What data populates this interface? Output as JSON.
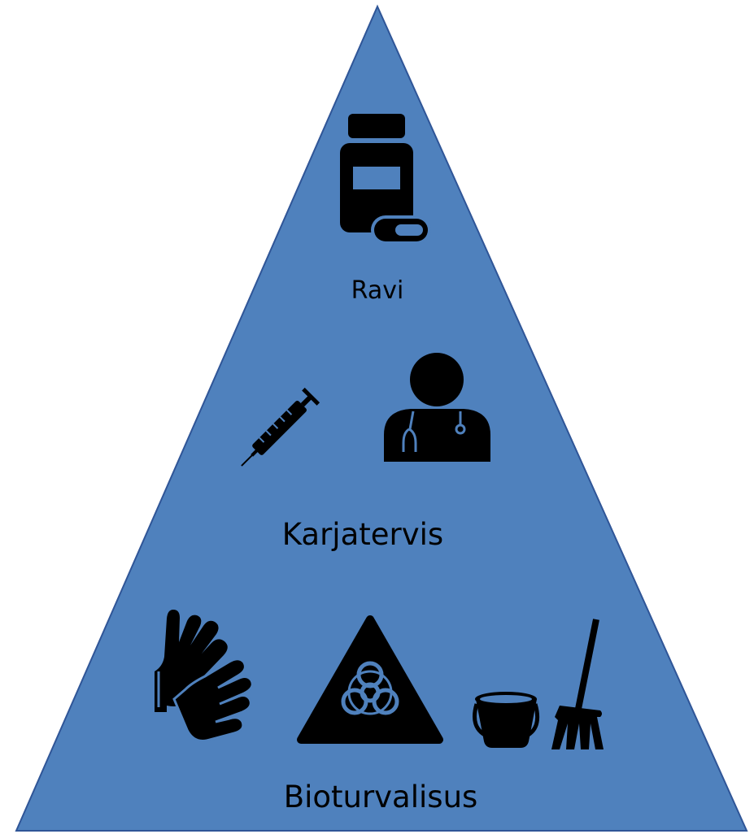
{
  "pyramid": {
    "fill_color": "#4f81bd",
    "stroke_color": "#2f5597",
    "tiers": [
      {
        "label": "Ravi",
        "icons": [
          "pill-bottle-icon"
        ]
      },
      {
        "label": "Karjatervis",
        "icons": [
          "syringe-icon",
          "doctor-icon"
        ]
      },
      {
        "label": "Bioturvalisus",
        "icons": [
          "hand-washing-icon",
          "biohazard-icon",
          "bucket-and-mop-icon"
        ]
      }
    ]
  }
}
